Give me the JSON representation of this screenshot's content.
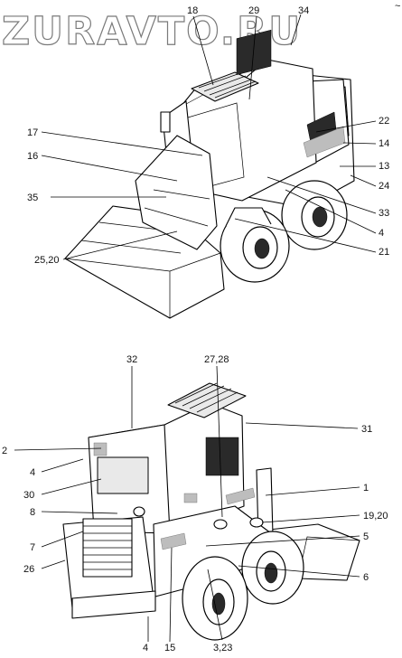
{
  "watermark": "ZURAVTO.RU",
  "corner_mark": "~",
  "top_view": {
    "callouts": [
      "18",
      "29",
      "34",
      "22",
      "14",
      "13",
      "24",
      "33",
      "4",
      "21",
      "17",
      "16",
      "35",
      "25,20"
    ]
  },
  "bottom_view": {
    "callouts": [
      "32",
      "27,28",
      "31",
      "2",
      "4",
      "30",
      "1",
      "8",
      "19,20",
      "5",
      "7",
      "26",
      "6",
      "4",
      "15",
      "3,23"
    ]
  }
}
